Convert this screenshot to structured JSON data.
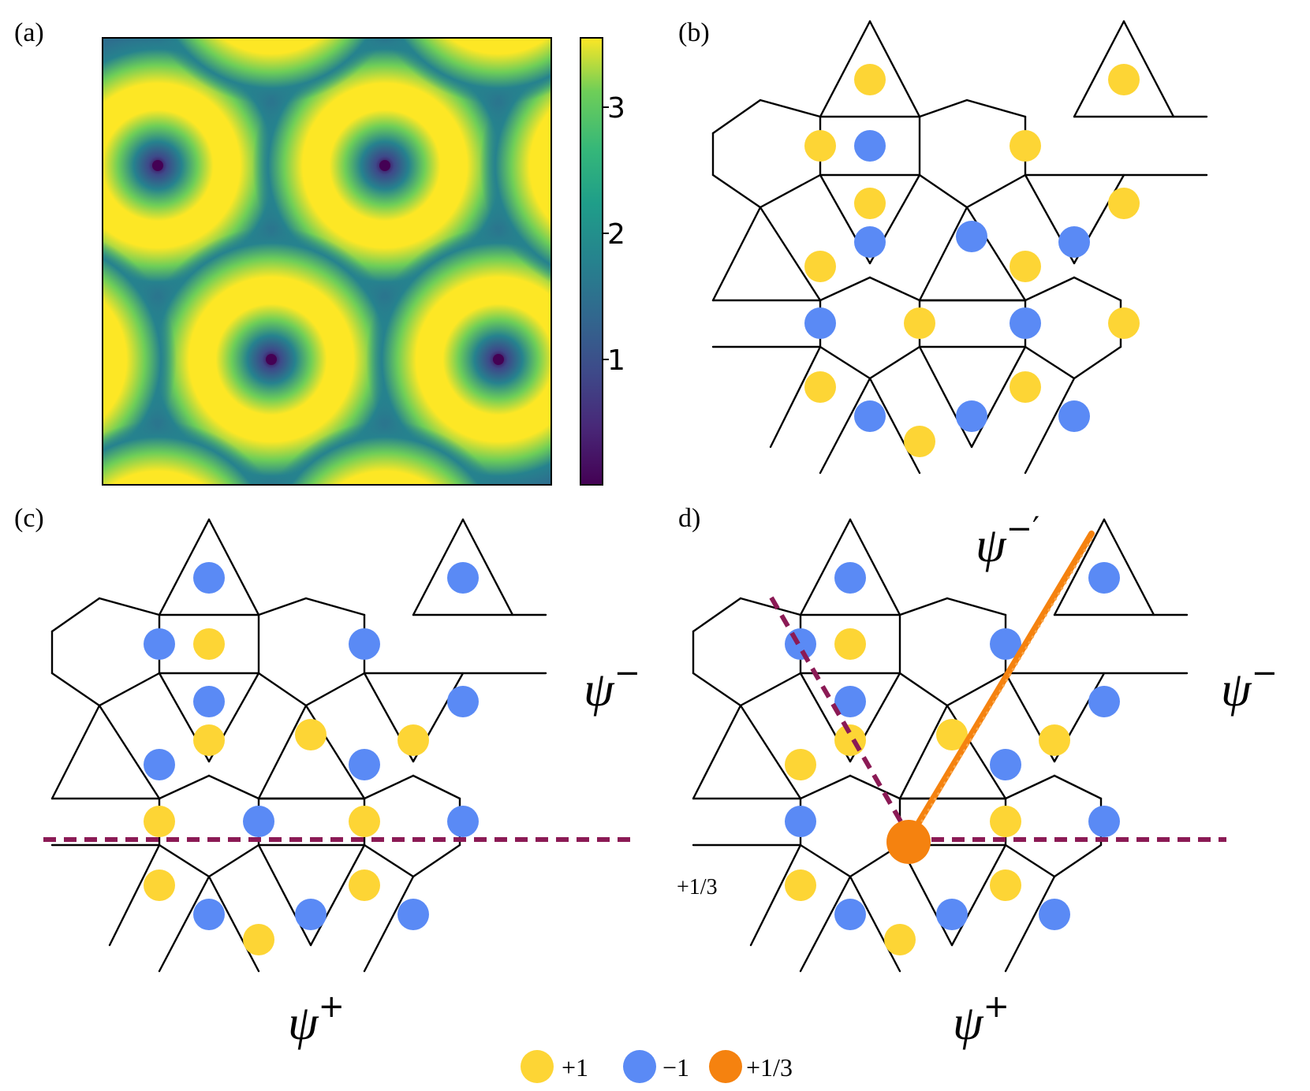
{
  "panels": {
    "a": {
      "label": "(a)"
    },
    "b": {
      "label": "(b)"
    },
    "c": {
      "label": "(c)",
      "psi_minus": "ψ",
      "psi_minus_sup": "−",
      "psi_plus": "ψ",
      "psi_plus_sup": "+"
    },
    "d": {
      "label": "d)",
      "psi_minus_prime": "ψ",
      "psi_minus_prime_sup": "−′",
      "psi_minus": "ψ",
      "psi_minus_sup": "−",
      "psi_plus": "ψ",
      "psi_plus_sup": "+",
      "defect_annotation": "+1/3"
    }
  },
  "colorbar": {
    "ticks": [
      "1",
      "2",
      "3"
    ],
    "tick_values": [
      1,
      2,
      3
    ],
    "range": [
      0,
      3.5
    ],
    "colormap": "viridis"
  },
  "legend": [
    {
      "label": "+1",
      "color": "#fdd535"
    },
    {
      "label": "−1",
      "color": "#5a8af5"
    },
    {
      "label": "+1/3",
      "color": "#f5820f"
    }
  ],
  "colors": {
    "plus_one": "#fdd535",
    "minus_one": "#5a8af5",
    "defect": "#f5820f",
    "domain_wall": "#8b1a55",
    "edges": "#000000"
  }
}
